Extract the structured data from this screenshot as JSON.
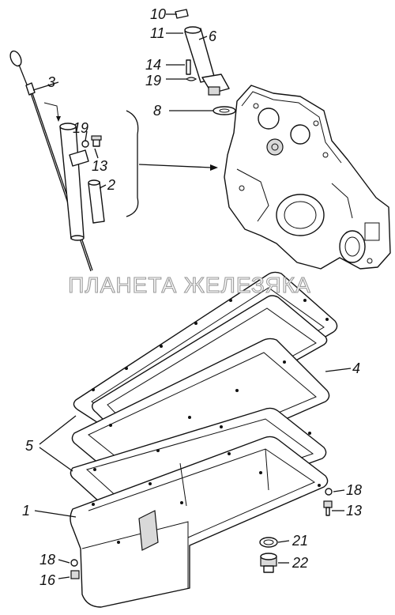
{
  "diagram": {
    "watermark": "ПЛАНЕТА ЖЕЛЕЗЯКА",
    "callouts": [
      {
        "id": "c10",
        "text": "10"
      },
      {
        "id": "c11",
        "text": "11"
      },
      {
        "id": "c6",
        "text": "6"
      },
      {
        "id": "c14",
        "text": "14"
      },
      {
        "id": "c19a",
        "text": "19"
      },
      {
        "id": "c3",
        "text": "3"
      },
      {
        "id": "c8",
        "text": "8"
      },
      {
        "id": "c19b",
        "text": "19"
      },
      {
        "id": "c13a",
        "text": "13"
      },
      {
        "id": "c2",
        "text": "2"
      },
      {
        "id": "c4",
        "text": "4"
      },
      {
        "id": "c5",
        "text": "5"
      },
      {
        "id": "c18a",
        "text": "18"
      },
      {
        "id": "c13b",
        "text": "13"
      },
      {
        "id": "c1",
        "text": "1"
      },
      {
        "id": "c21",
        "text": "21"
      },
      {
        "id": "c22",
        "text": "22"
      },
      {
        "id": "c18b",
        "text": "18"
      },
      {
        "id": "c16",
        "text": "16"
      }
    ]
  }
}
